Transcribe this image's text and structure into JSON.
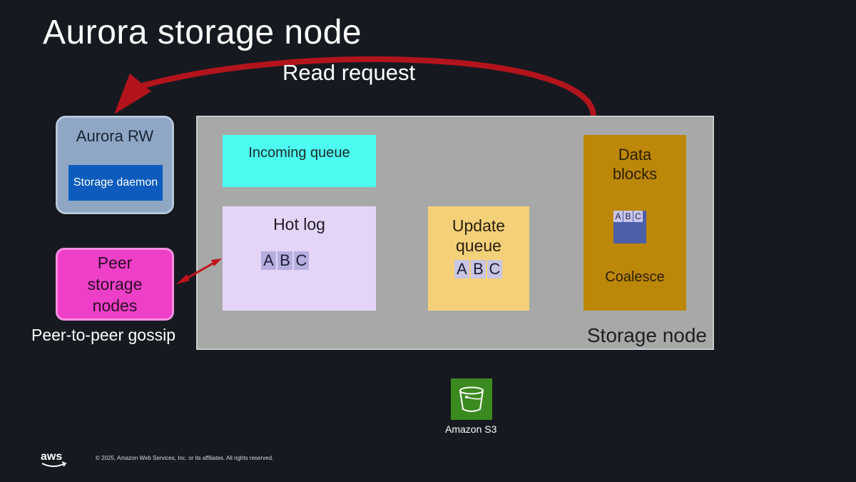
{
  "title": "Aurora storage node",
  "read_request_label": "Read request",
  "aurora_rw": {
    "label": "Aurora RW",
    "daemon_label": "Storage daemon"
  },
  "peer": {
    "label": "Peer storage nodes",
    "caption": "Peer-to-peer gossip"
  },
  "storage_node": {
    "label": "Storage node",
    "incoming_queue": "Incoming queue",
    "hot_log": {
      "label": "Hot log",
      "items": [
        "A",
        "B",
        "C"
      ]
    },
    "update_queue": {
      "label": "Update queue",
      "items": [
        "A",
        "B",
        "C"
      ]
    },
    "data_blocks": {
      "label": "Data blocks",
      "items": [
        "A",
        "B",
        "C"
      ],
      "coalesce_label": "Coalesce"
    }
  },
  "s3": {
    "label": "Amazon S3",
    "icon": "s3-bucket-icon"
  },
  "footer": {
    "logo": "aws-logo",
    "copyright": "© 2025, Amazon Web Services, Inc. or its affiliates. All rights reserved."
  },
  "colors": {
    "background": "#161a20",
    "read_arrow": "#b3141c",
    "flow_arrow": "#f5b400",
    "incoming_queue": "#4cfcf0",
    "hot_log": "#e4d5f8",
    "update_queue": "#f4d179",
    "data_blocks": "#bd8708",
    "aurora_rw": "#8fa7c5",
    "storage_daemon": "#0d5cbd",
    "peer": "#ee3fc8",
    "s3": "#3b8a1f"
  }
}
